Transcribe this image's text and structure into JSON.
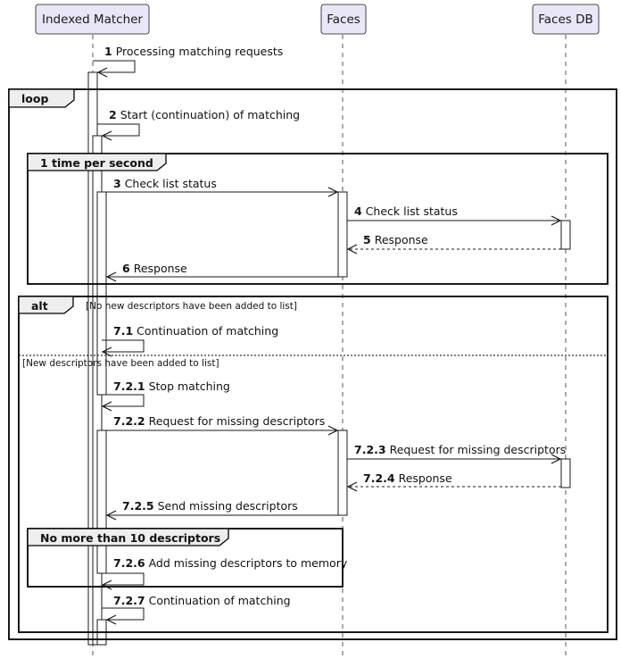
{
  "participants": {
    "p1": "Indexed Matcher",
    "p2": "Faces",
    "p3": "Faces DB"
  },
  "messages": {
    "m1": {
      "num": "1",
      "label": "Processing matching requests"
    },
    "m2": {
      "num": "2",
      "label": "Start (continuation) of matching"
    },
    "m3": {
      "num": "3",
      "label": "Check list status"
    },
    "m4": {
      "num": "4",
      "label": "Check list status"
    },
    "m5": {
      "num": "5",
      "label": "Response"
    },
    "m6": {
      "num": "6",
      "label": "Response"
    },
    "m71": {
      "num": "7.1",
      "label": "Continuation of matching"
    },
    "m721": {
      "num": "7.2.1",
      "label": "Stop matching"
    },
    "m722": {
      "num": "7.2.2",
      "label": "Request for missing descriptors"
    },
    "m723": {
      "num": "7.2.3",
      "label": "Request for missing descriptors"
    },
    "m724": {
      "num": "7.2.4",
      "label": "Response"
    },
    "m725": {
      "num": "7.2.5",
      "label": "Send missing descriptors"
    },
    "m726": {
      "num": "7.2.6",
      "label": "Add missing descriptors to memory"
    },
    "m727": {
      "num": "7.2.7",
      "label": "Continuation of matching"
    }
  },
  "frames": {
    "loop": {
      "keyword": "loop"
    },
    "group1": {
      "keyword": "1 time per second"
    },
    "alt": {
      "keyword": "alt",
      "guard1": "[No new descriptors have been added to list]",
      "guard2": "[New descriptors have been added to list]"
    },
    "group2": {
      "keyword": "No more than 10 descriptors"
    }
  },
  "colors": {
    "participant_fill": "#e8e6f7",
    "line": "#181818",
    "frame_tab": "#eeeeee"
  }
}
